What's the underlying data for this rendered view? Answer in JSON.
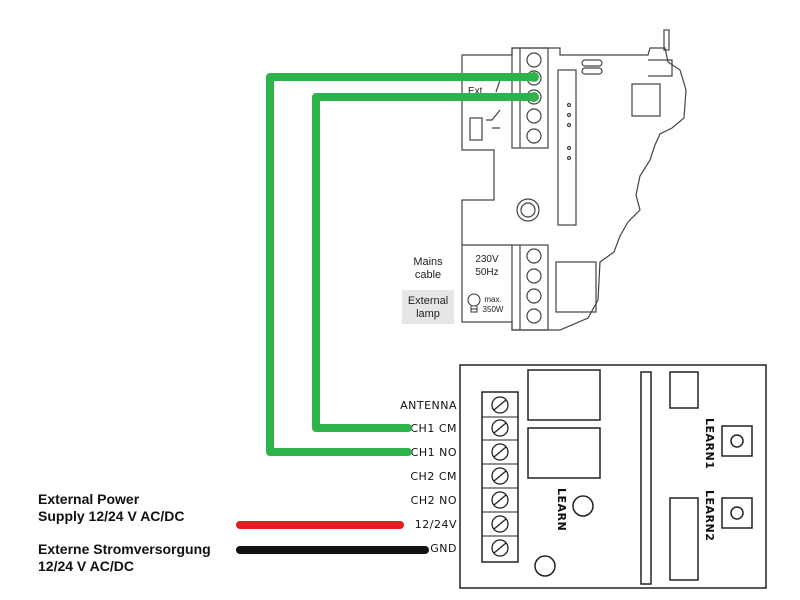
{
  "motor_unit": {
    "ext_label": "Ext.",
    "mains_cable_lines": [
      "Mains",
      "cable"
    ],
    "voltage_lines": [
      "230V",
      "50Hz"
    ],
    "external_lamp_lines": [
      "External",
      "lamp"
    ],
    "lamp_max_lines": [
      "max.",
      "350W"
    ]
  },
  "receiver": {
    "terminals": [
      "ANTENNA",
      "CH1 CM",
      "CH1 NO",
      "CH2 CM",
      "CH2 NO",
      "12/24V",
      "GND"
    ],
    "learn_label": "LEARN",
    "learn1_label": "LEARN1",
    "learn2_label": "LEARN2"
  },
  "power": {
    "english_lines": [
      "External Power",
      "Supply 12/24 V AC/DC"
    ],
    "german_lines": [
      "Externe Stromversorgung",
      "12/24 V AC/DC"
    ]
  },
  "colors": {
    "green_wire": "#2db34a",
    "red_wire": "#e02020",
    "black_wire": "#111111",
    "outline": "#222222"
  }
}
